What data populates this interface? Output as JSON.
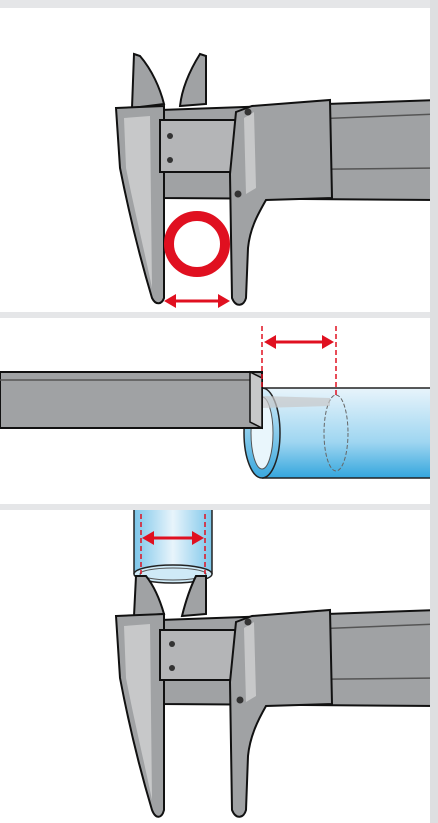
{
  "diagram": {
    "panels": [
      {
        "id": "outside-measurement",
        "measured_object": "ring"
      },
      {
        "id": "depth-measurement",
        "measured_object": "pipe"
      },
      {
        "id": "inside-measurement",
        "measured_object": "tube"
      }
    ],
    "colors": {
      "caliper_body": "#a0a2a4",
      "caliper_outline": "#111111",
      "caliper_highlight": "#c7c8c9",
      "measure_red": "#e01020",
      "pipe_light": "#e8f4fb",
      "pipe_blue": "#34a6dd",
      "panel_background": "#ffffff",
      "page_background": "#e5e6e8"
    },
    "icons": [
      "double-arrow-icon",
      "screw-icon"
    ]
  }
}
